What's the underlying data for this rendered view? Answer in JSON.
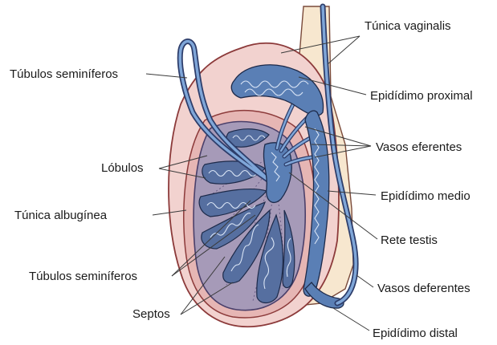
{
  "labels": {
    "tunica_vaginalis": "Túnica vaginalis",
    "epididimo_proximal": "Epidídimo proximal",
    "vasos_eferentes": "Vasos eferentes",
    "epididimo_medio": "Epidídimo medio",
    "rete_testis": "Rete testis",
    "vasos_deferentes": "Vasos deferentes",
    "epididimo_distal": "Epidídimo distal",
    "tubulos_seminiferos_top": "Túbulos seminíferos",
    "lobulos": "Lóbulos",
    "tunica_albuginea": "Túnica albugínea",
    "tubulos_seminiferos_bottom": "Túbulos seminíferos",
    "septos": "Septos"
  },
  "colors": {
    "tunica_vaginalis": "#f2d2cf",
    "tunica_albuginea": "#e6b6b4",
    "testis_body": "#a69ab8",
    "lobules": "#566fa0",
    "ducts": "#7fa6d8",
    "cord": "#f7e7cf"
  }
}
